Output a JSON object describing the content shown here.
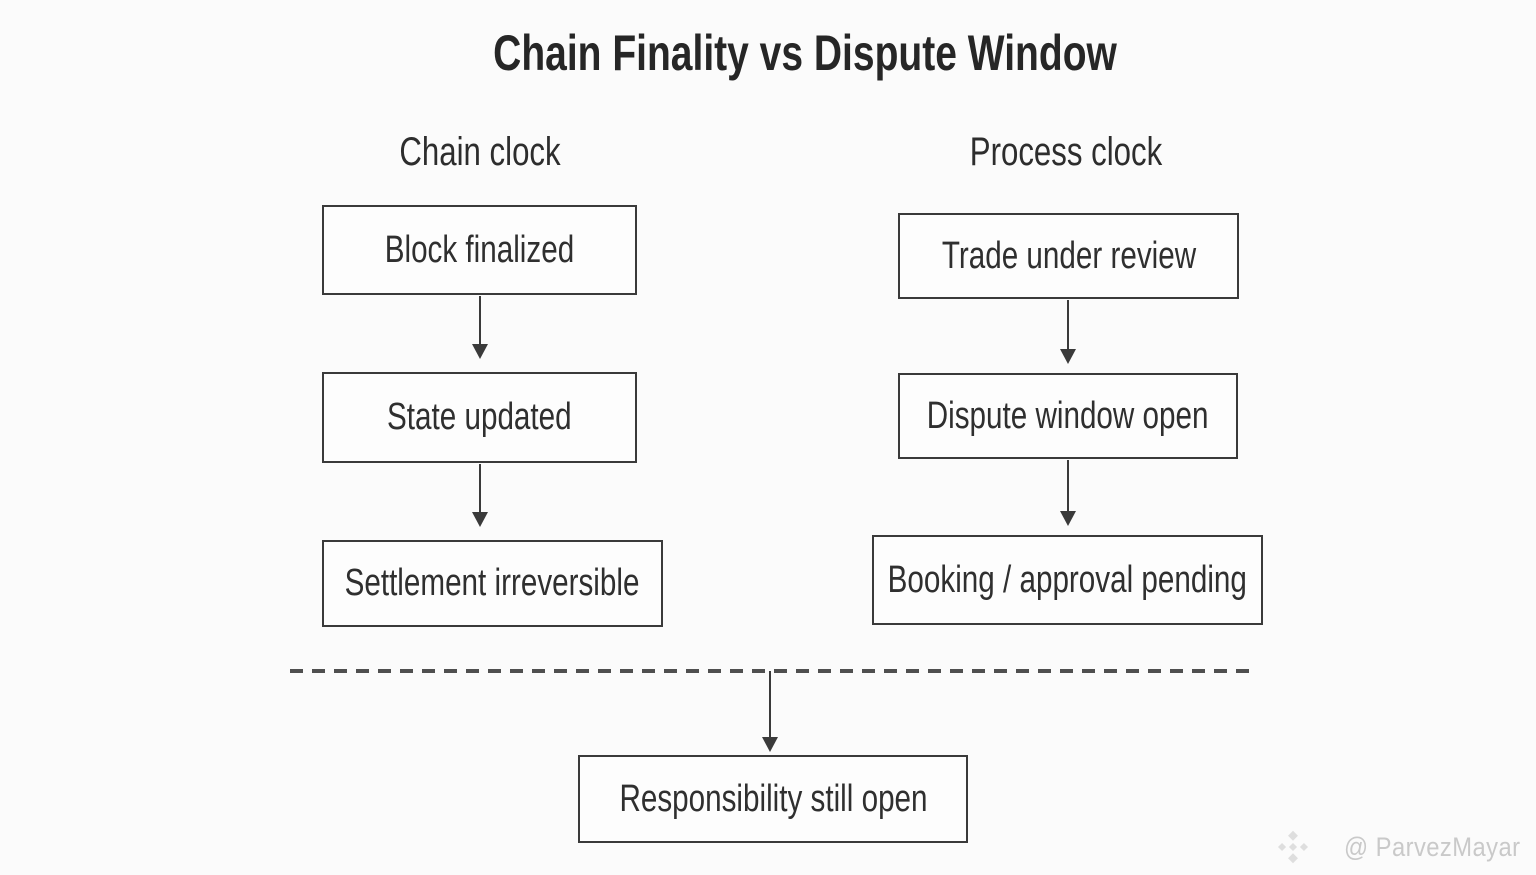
{
  "title": "Chain Finality vs Dispute Window",
  "columns": [
    {
      "id": "chain-clock",
      "header": "Chain clock",
      "boxes": [
        "Block finalized",
        "State updated",
        "Settlement irreversible"
      ]
    },
    {
      "id": "process-clock",
      "header": "Process clock",
      "boxes": [
        "Trade under review",
        "Dispute window open",
        "Booking / approval pending"
      ]
    }
  ],
  "merge_box": "Responsibility still open",
  "watermark": {
    "icon": "binance-diamond-icon",
    "handle": "@ ParvezMayar"
  },
  "colors": {
    "background": "#fbfbfb",
    "ink": "#303030",
    "box_border": "#3a3a3a",
    "box_fill": "#fdfdfd",
    "divider": "#4f4f4f",
    "watermark": "#c9c9c9"
  }
}
